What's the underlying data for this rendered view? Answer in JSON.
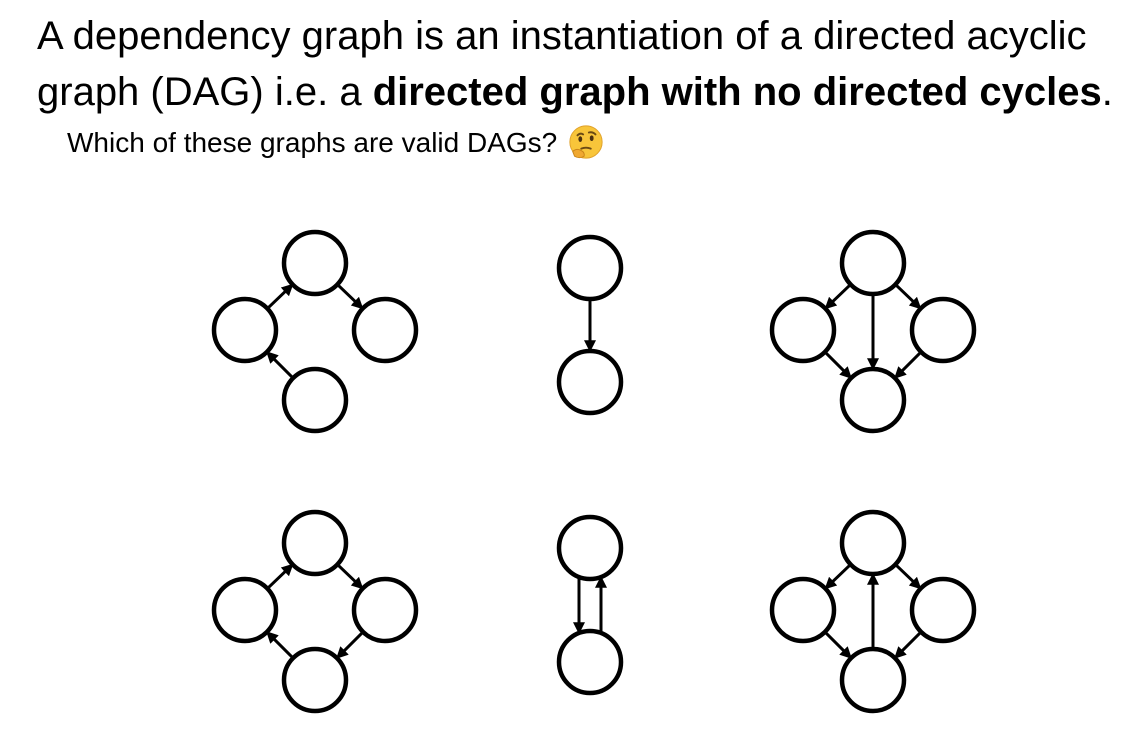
{
  "slide": {
    "headline_part1": "A dependency graph is an instantiation of a directed acyclic graph (DAG) i.e. a ",
    "headline_bold": "directed graph with no directed cycles",
    "headline_end": ".",
    "question": "Which of these graphs are valid DAGs?",
    "question_icon": "thinking-face-emoji"
  },
  "graphs": [
    {
      "id": "graph-top-left",
      "shape": "diamond",
      "edges": [
        [
          "left",
          "top"
        ],
        [
          "top",
          "right"
        ],
        [
          "bottom",
          "left"
        ]
      ]
    },
    {
      "id": "graph-top-middle",
      "shape": "pair",
      "edges": [
        [
          "top",
          "bottom"
        ]
      ]
    },
    {
      "id": "graph-top-right",
      "shape": "diamond",
      "edges": [
        [
          "top",
          "left"
        ],
        [
          "top",
          "right"
        ],
        [
          "top",
          "bottom"
        ],
        [
          "left",
          "bottom"
        ],
        [
          "right",
          "bottom"
        ]
      ]
    },
    {
      "id": "graph-bottom-left",
      "shape": "diamond",
      "edges": [
        [
          "left",
          "top"
        ],
        [
          "top",
          "right"
        ],
        [
          "right",
          "bottom"
        ],
        [
          "bottom",
          "left"
        ]
      ]
    },
    {
      "id": "graph-bottom-middle",
      "shape": "pair",
      "edges": [
        [
          "top",
          "bottom"
        ],
        [
          "bottom",
          "top"
        ]
      ]
    },
    {
      "id": "graph-bottom-right",
      "shape": "diamond",
      "edges": [
        [
          "top",
          "left"
        ],
        [
          "top",
          "right"
        ],
        [
          "bottom",
          "top"
        ],
        [
          "left",
          "bottom"
        ],
        [
          "right",
          "bottom"
        ]
      ]
    }
  ]
}
